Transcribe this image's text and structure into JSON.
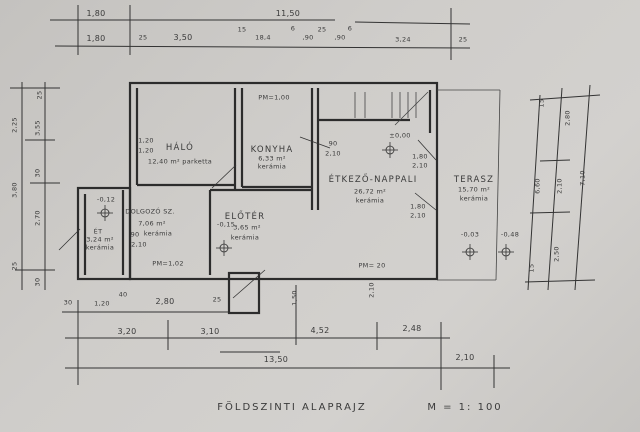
{
  "title": "FÖLDSZINTI   ALAPRAJZ",
  "scale": "M = 1: 100",
  "top_dims": {
    "row1": [
      "1,80",
      "11,50"
    ],
    "row2": [
      "1,80",
      "25",
      "3,50",
      "15",
      "18,4",
      "6",
      ",90",
      "25",
      "6",
      ",90",
      "3,24",
      "25"
    ]
  },
  "left_dims": [
    "25",
    "2,25",
    "3,55",
    "30",
    "3,80",
    "2,70",
    "25",
    "30"
  ],
  "right_dims": [
    "15",
    "2,80",
    "6,60",
    "2,10",
    "7,10",
    "2,50",
    "15"
  ],
  "bottom_dims": [
    "30",
    "1,20",
    "40",
    "2,80",
    "25",
    "3,20",
    "3,10",
    "4,52",
    "2,48",
    "13,50",
    "2,10",
    "1,50"
  ],
  "rooms": {
    "halo": {
      "name": "HÁLÓ",
      "area": "12,40 m² parketta",
      "window": "1,20",
      "window2": "1,20"
    },
    "konyha": {
      "name": "KONYHA",
      "area": "6,33 m²",
      "floor": "kerámia",
      "pm": "PM=1,00"
    },
    "etkezo": {
      "name": "ÉTKEZŐ-NAPPALI",
      "area": "26,72 m²",
      "floor": "kerámia",
      "level": "±0,00",
      "door1": "1,80",
      "door1h": "2,10",
      "door2": "1,80",
      "door2h": "2,10",
      "door3": "90",
      "door3h": "2,10",
      "pm": "PM= 20",
      "win": "2,10"
    },
    "terasz": {
      "name": "TERASZ",
      "area": "15,70 m²",
      "floor": "kerámia",
      "level1": "-0,03",
      "level2": "-0,48"
    },
    "dolgozo": {
      "name": "DOLGOZÓ SZ.",
      "area": "7,06 m²",
      "door": "90",
      "floor": "kerámia",
      "doorh": "2,10",
      "pm": "PM=1,02"
    },
    "eloter": {
      "name": "ELŐTÉR",
      "area": "3,65 m²",
      "floor": "kerámia",
      "level": "-0,15"
    },
    "et": {
      "name": "ÉT",
      "area": "3,24 m²",
      "floor": "kerámia",
      "level": "-0,12"
    }
  }
}
